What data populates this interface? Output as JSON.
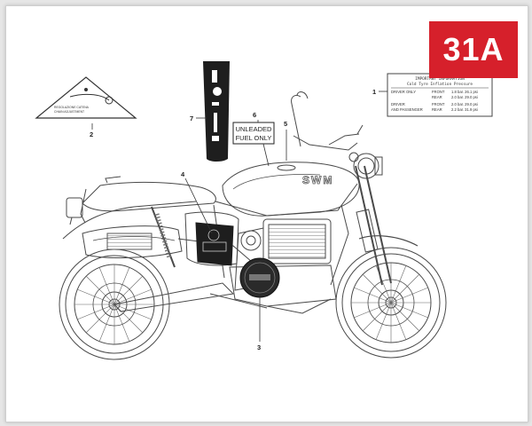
{
  "page_badge": {
    "label": "31A",
    "color": "#d6202b"
  },
  "callouts": [
    "1",
    "2",
    "3",
    "4",
    "5",
    "6",
    "7"
  ],
  "decal_warning_triangle": {
    "line1": "REGOLAZIONE CATENA",
    "line2": "CHAIN ADJUSTMENT"
  },
  "decal_fuel": {
    "line1": "UNLEADED",
    "line2": "FUEL ONLY"
  },
  "decal_tyre_pressure": {
    "title": "IMPORTANT INFORMATION",
    "subtitle": "Cold Tyre Inflation Pressure",
    "rows": [
      {
        "rider": "DRIVER ONLY",
        "pos": "FRONT",
        "value": "1.8 bar. 26.1 psi"
      },
      {
        "rider": "",
        "pos": "REAR",
        "value": "2.0 bar. 29.0 psi"
      },
      {
        "rider": "DRIVER",
        "pos": "FRONT",
        "value": "2.0 bar. 29.0 psi"
      },
      {
        "rider": "AND PASSENGER",
        "pos": "REAR",
        "value": "2.2 bar. 31.9 psi"
      }
    ]
  },
  "tank_logo": "SWM",
  "colors": {
    "line": "#4a4a4a",
    "dark_decal": "#1e1e1e"
  }
}
